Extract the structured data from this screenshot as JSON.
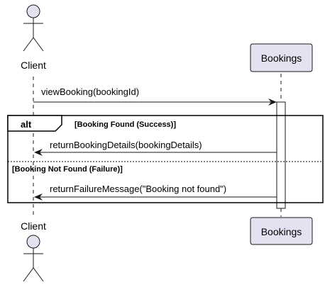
{
  "participants": {
    "client": {
      "label": "Client"
    },
    "bookings": {
      "label": "Bookings"
    }
  },
  "messages": {
    "view_booking": "viewBooking(bookingId)",
    "return_details": "returnBookingDetails(bookingDetails)",
    "return_failure": "returnFailureMessage(\"Booking not found\")"
  },
  "fragment": {
    "operator": "alt",
    "guard_success": "[Booking Found (Success)]",
    "guard_failure": "[Booking Not Found (Failure)]"
  },
  "colors": {
    "participant_fill": "#E2E2F0",
    "participant_stroke": "#181818",
    "lifeline": "#181818",
    "text": "#000000"
  }
}
